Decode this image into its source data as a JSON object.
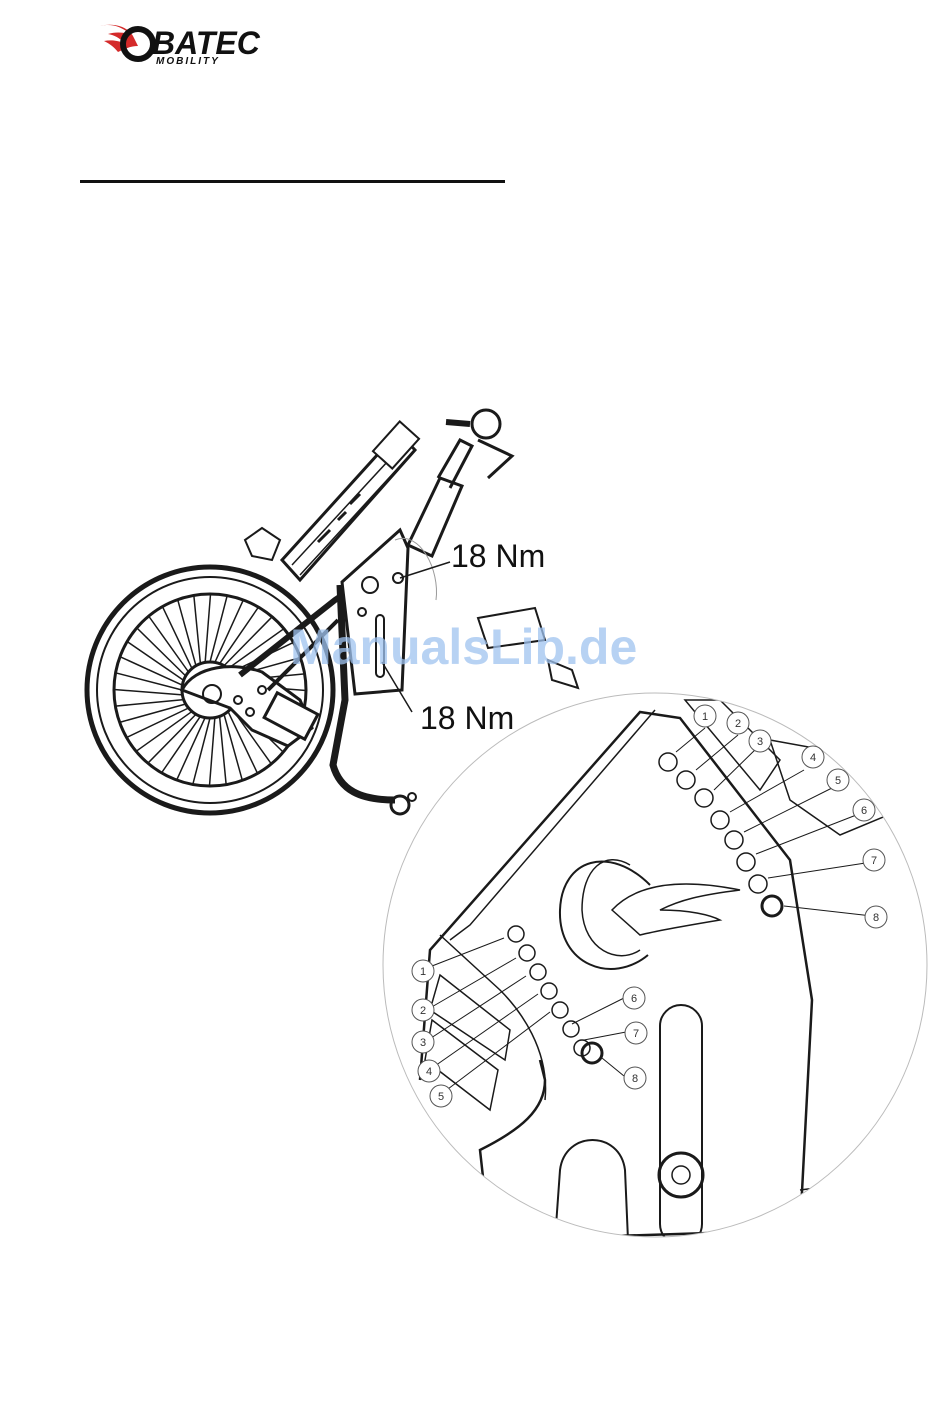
{
  "header": {
    "brand": "BATEC",
    "brand_sub": "MOBILITY",
    "brand_color": "#d42a2a"
  },
  "figure": {
    "torque_top": "18 Nm",
    "torque_bottom": "18 Nm",
    "upper_callouts": [
      "1",
      "2",
      "3",
      "4",
      "5",
      "6",
      "7",
      "8"
    ],
    "lower_callouts": [
      "1",
      "2",
      "3",
      "4",
      "5",
      "6",
      "7",
      "8"
    ]
  },
  "watermark": {
    "text": "ManualsLib.de",
    "color": "#9fc3f0"
  }
}
